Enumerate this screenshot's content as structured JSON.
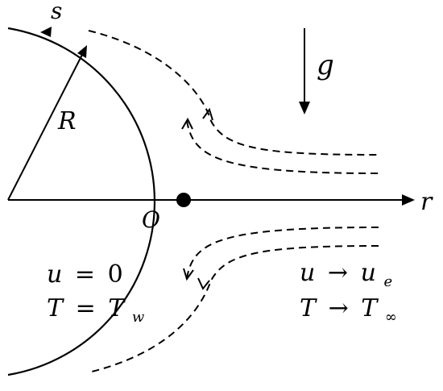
{
  "labels": {
    "s": "s",
    "g": "g",
    "R": "R",
    "O": "O",
    "r": "r"
  },
  "wall_conditions": {
    "u_sym": "u",
    "u_op": "=",
    "u_val": "0",
    "T_sym": "T",
    "T_op": "=",
    "T_val": "T",
    "T_sub": "w"
  },
  "far_conditions": {
    "u_sym": "u",
    "u_op": "→",
    "u_val": "u",
    "u_sub": "e",
    "T_sym": "T",
    "T_op": "→",
    "T_val": "T",
    "T_sub": "∞"
  },
  "colors": {
    "stroke": "#000000",
    "background": "#ffffff"
  }
}
